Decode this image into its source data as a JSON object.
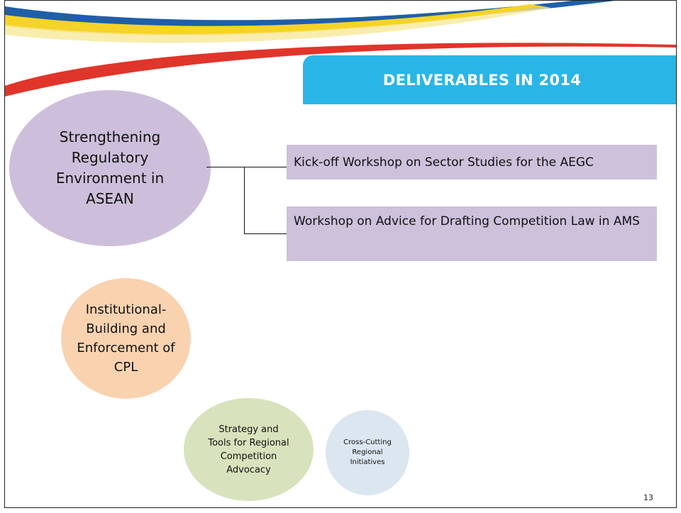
{
  "title": "DELIVERABLES IN 2014",
  "circles": [
    {
      "label": "Strengthening Regulatory Environment in ASEAN",
      "color": "#cdbfdb"
    },
    {
      "label": "Institutional-Building and Enforcement of CPL",
      "color": "#f9d2b0"
    },
    {
      "label": "Strategy and Tools for Regional Competition Advocacy",
      "color": "#d8e2bc"
    },
    {
      "label": "Cross-Cutting Regional Initiatives",
      "color": "#dce6f1"
    }
  ],
  "deliverables": [
    {
      "label": "Kick-off Workshop on Sector Studies for the AEGC"
    },
    {
      "label": "Workshop on Advice for Drafting Competition Law in AMS"
    }
  ],
  "page_number": "13",
  "colors": {
    "title_bg": "#29b6e6",
    "deliverable_bg": "#cdc1dc",
    "band_blue": "#1f5fa8",
    "band_yellow": "#f5d328",
    "band_red": "#e0352a"
  }
}
